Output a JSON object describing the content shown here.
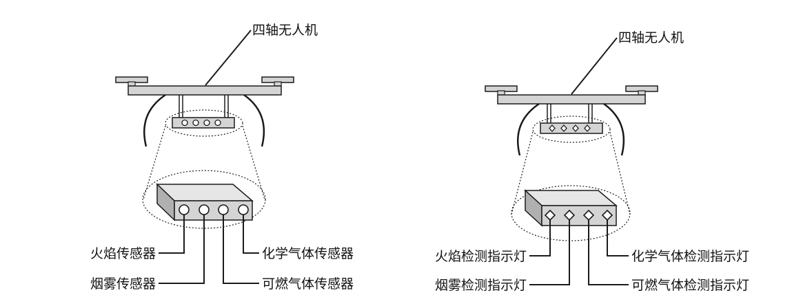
{
  "left_diagram": {
    "drone_label": "四轴无人机",
    "labels": {
      "flame": "火焰传感器",
      "smoke": "烟雾传感器",
      "chemical_gas": "化学气体传感器",
      "combustible_gas": "可燃气体传感器"
    },
    "marker_shape": "circle"
  },
  "right_diagram": {
    "drone_label": "四轴无人机",
    "labels": {
      "flame": "火焰检测指示灯",
      "smoke": "烟雾检测指示灯",
      "chemical_gas": "化学气体检测指示灯",
      "combustible_gas": "可燃气体检测指示灯"
    },
    "marker_shape": "diamond"
  },
  "colors": {
    "stroke": "#1a1a1a",
    "frame_fill": "#d4d4d4",
    "box_top": "#e6e6e6",
    "box_side": "#b0b0b0"
  }
}
